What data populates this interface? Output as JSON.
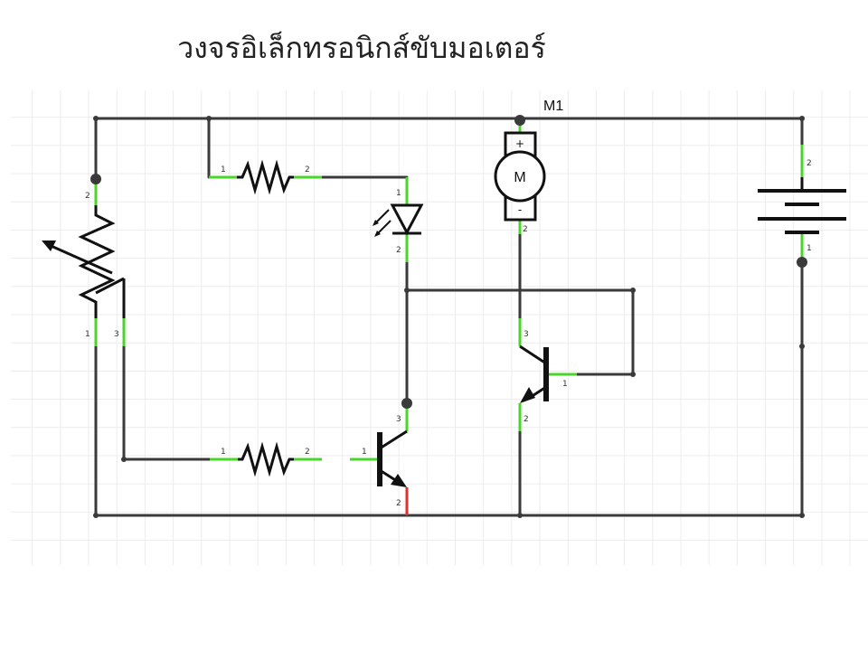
{
  "title": "วงจรอิเล็กทรอนิกส์ขับมอเตอร์",
  "motor": {
    "label": "M1",
    "symbol": "M",
    "plus": "+",
    "minus": "-"
  },
  "pins": {
    "pot_top": "2",
    "pot_left": "1",
    "pot_wiper": "3",
    "r1_left": "1",
    "r1_right": "2",
    "led_top": "1",
    "led_bottom": "2",
    "motor_bottom": "2",
    "batt_top": "2",
    "batt_bottom": "1",
    "q1_c": "3",
    "q1_b": "1",
    "q1_e": "2",
    "r2_left": "1",
    "r2_right": "2",
    "q2_c": "3",
    "q2_b": "1",
    "q2_e": "2"
  },
  "colors": {
    "wire": "#3a3a3a",
    "pin_connected": "#49d629",
    "pin_error": "#e23030"
  }
}
